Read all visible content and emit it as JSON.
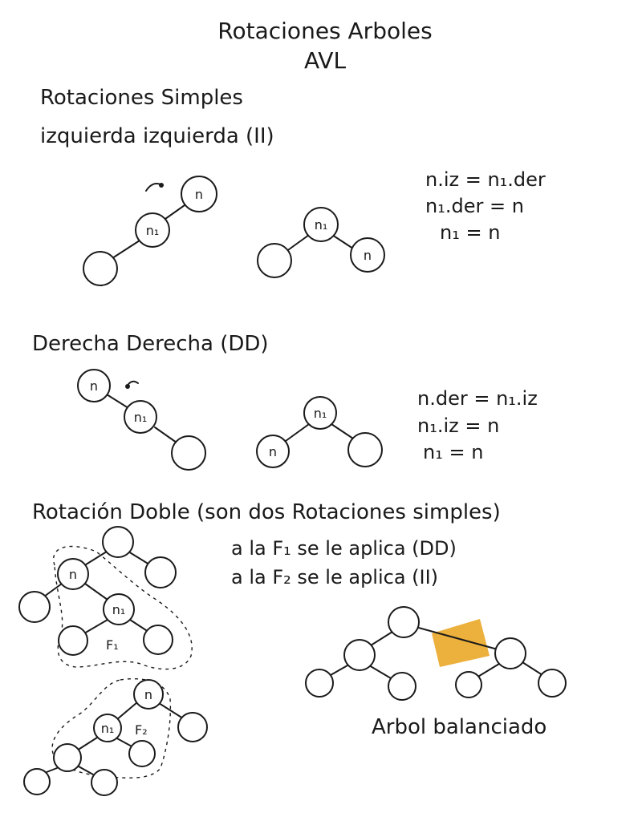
{
  "title": {
    "line1": "Rotaciones Arboles",
    "line2": "AVL"
  },
  "simple": {
    "heading": "Rotaciones Simples",
    "subheading": "izquierda izquierda (II)",
    "eq": [
      "n.iz = n₁.der",
      "n₁.der = n",
      "n₁ = n"
    ]
  },
  "dd": {
    "heading": "Derecha Derecha (DD)",
    "eq": [
      "n.der = n₁.iz",
      "n₁.iz = n",
      "n₁ = n"
    ]
  },
  "double": {
    "heading": "Rotación Doble (son dos Rotaciones simples)",
    "line1": "a la F₁ se le aplica (DD)",
    "line2": "a la F₂ se le aplica (II)"
  },
  "labels": {
    "n": "n",
    "n1": "n₁",
    "f1": "F₁",
    "f2": "F₂"
  },
  "balanced_caption": "Arbol balanciado",
  "colors": {
    "ink": "#1a1a1a",
    "tape": "#e9a21a"
  }
}
